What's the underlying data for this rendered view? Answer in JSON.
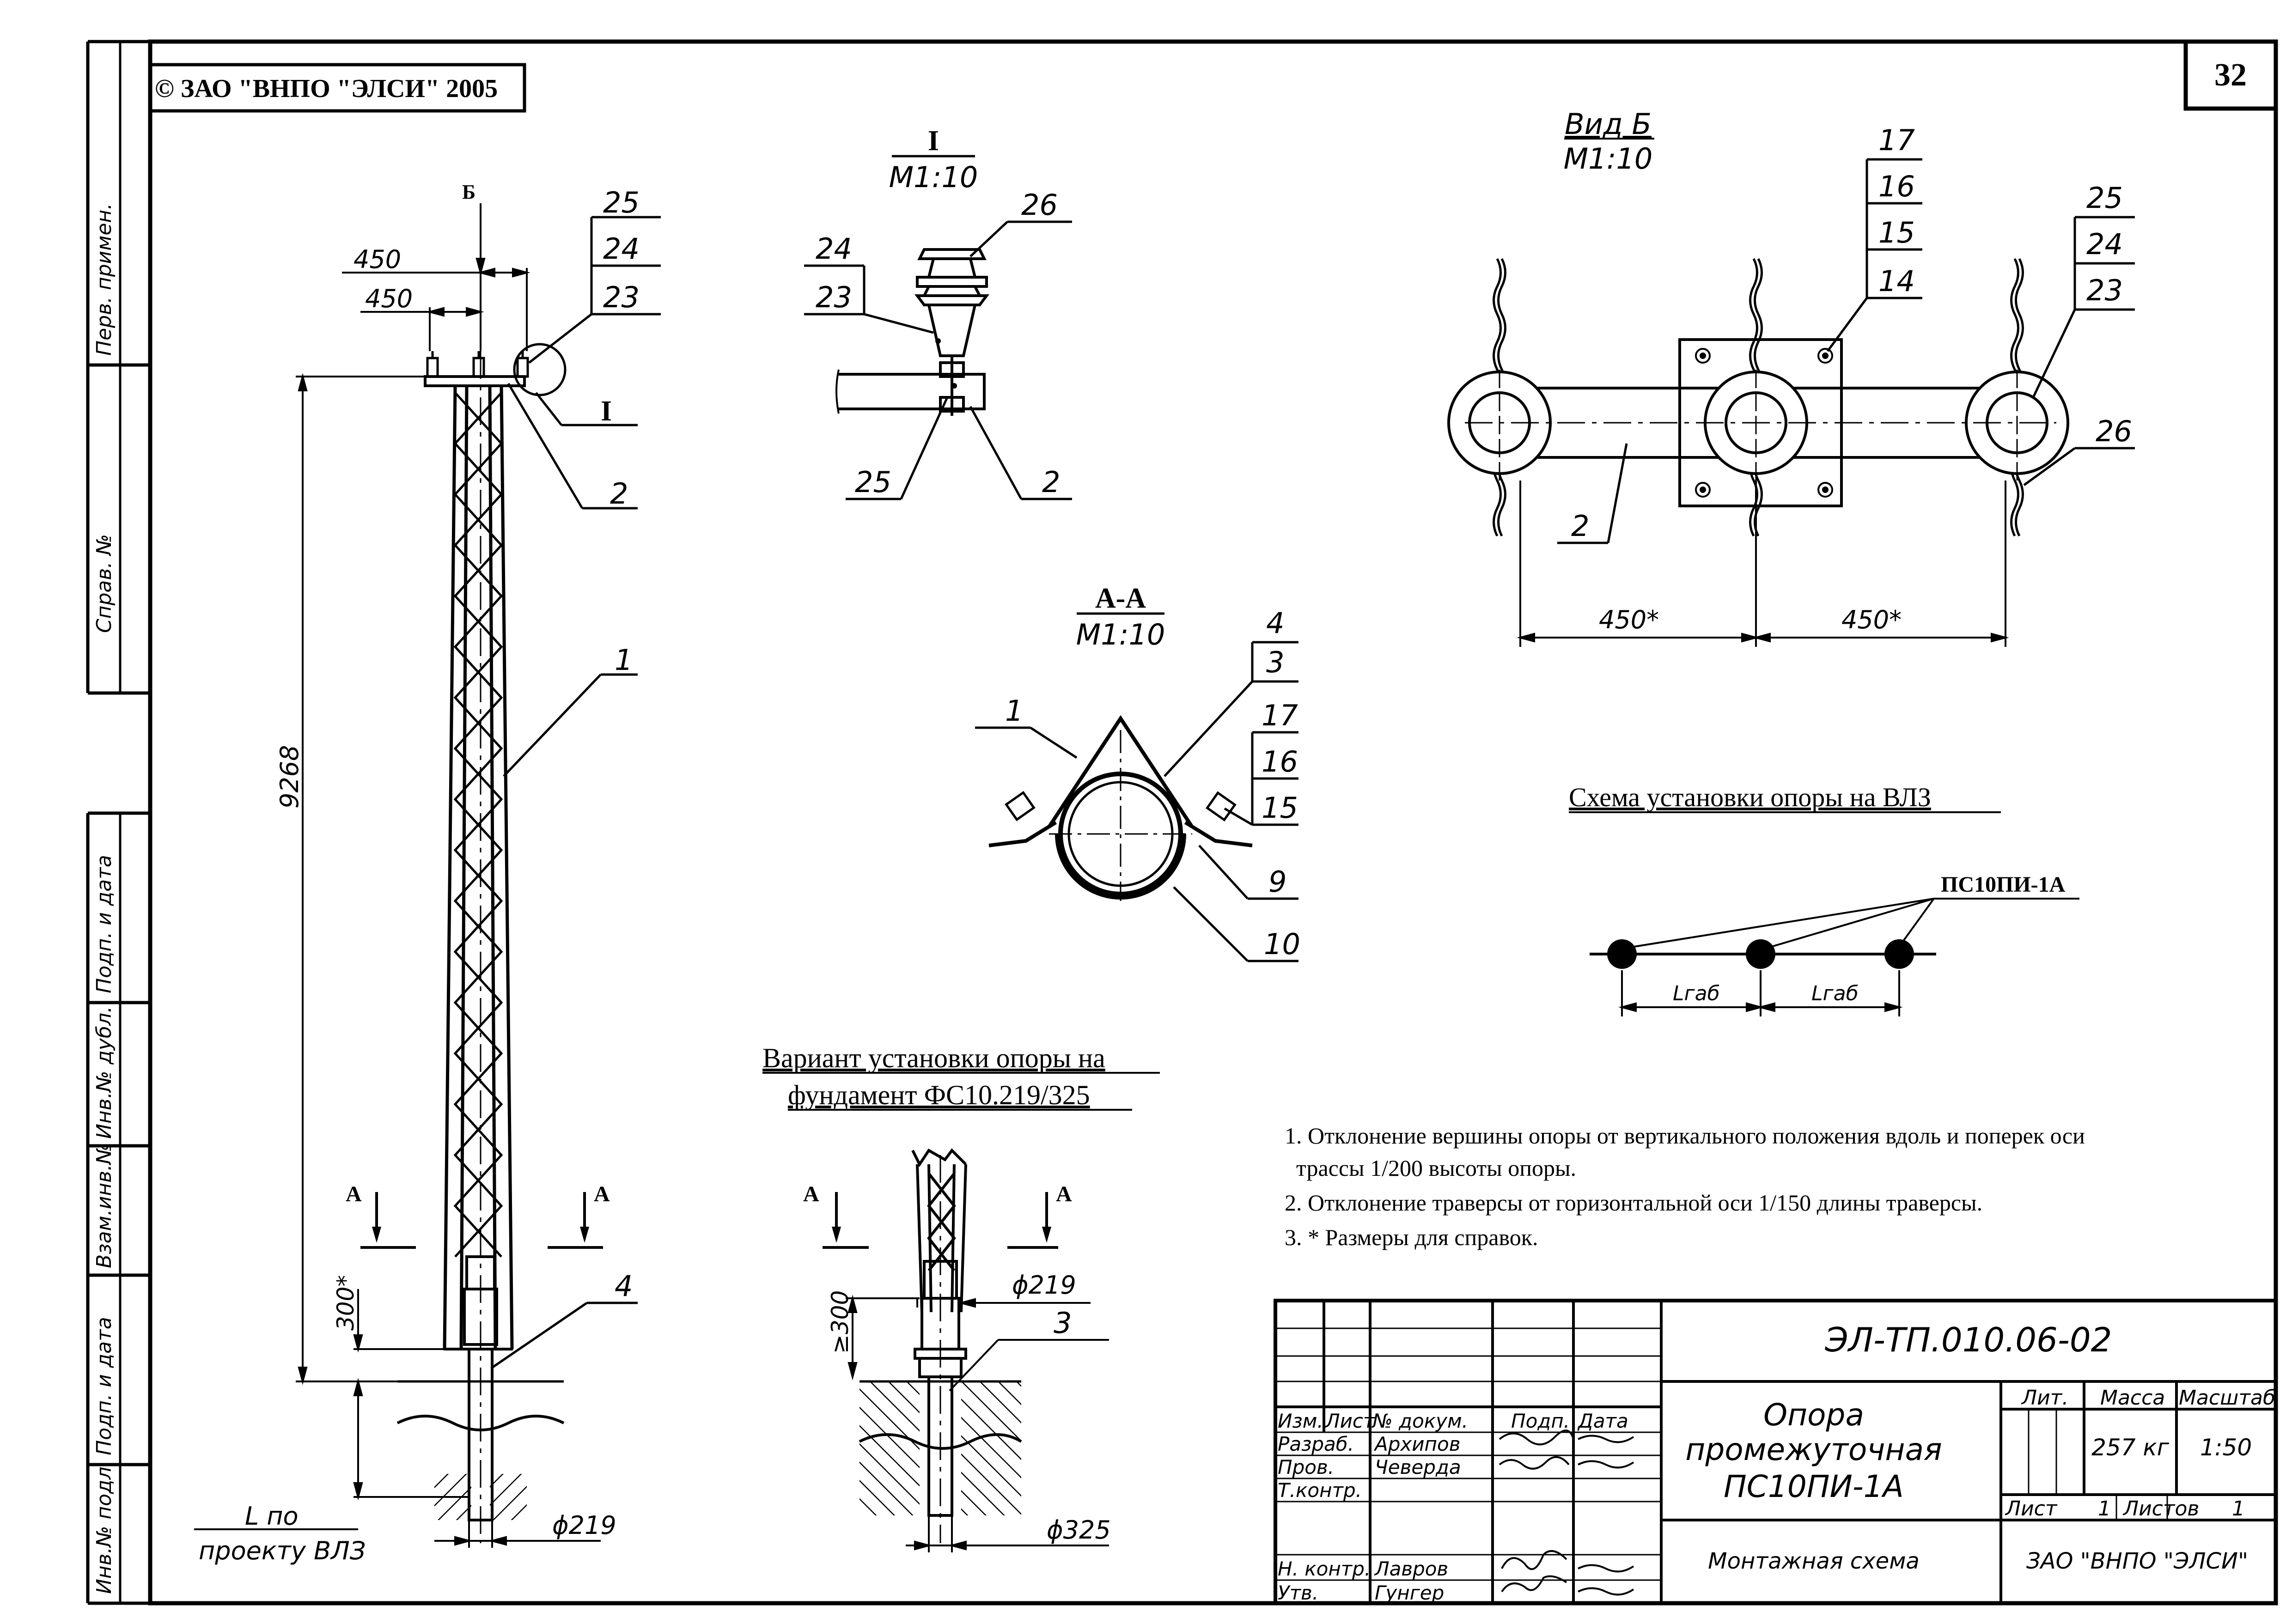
{
  "header": {
    "copyright": "© ЗАО \"ВНПО \"ЭЛСИ\" 2005",
    "page_number": "32"
  },
  "left_strip": {
    "perv_primen": "Перв. примен.",
    "sprav_no": "Справ. №",
    "podp_data_1": "Подп. и дата",
    "inv_dubl": "Инв.№ дубл.",
    "vzam_inv": "Взам.инв.№",
    "podp_data_2": "Подп. и дата",
    "inv_podl": "Инв.№ подл."
  },
  "main_view": {
    "arrow_b": "Б",
    "dim_450_top": "450",
    "dim_450_bottom": "450",
    "dim_9268": "9268",
    "dim_300": "300*",
    "dim_d219": "ϕ219",
    "label_l_po": "L по",
    "label_proektu": "проекту ВЛЗ",
    "callout_i": "I",
    "section_a_left": "А",
    "section_a_right": "А",
    "pos": {
      "p25": "25",
      "p24": "24",
      "p23": "23",
      "p2": "2",
      "p1": "1",
      "p4": "4"
    }
  },
  "detail_i": {
    "title": "I",
    "scale": "М1:10",
    "pos": {
      "p26": "26",
      "p24": "24",
      "p23": "23",
      "p25": "25",
      "p2": "2"
    }
  },
  "view_b": {
    "title": "Вид Б",
    "scale": "М1:10",
    "dim_left": "450*",
    "dim_right": "450*",
    "pos": {
      "p17": "17",
      "p16": "16",
      "p15": "15",
      "p14": "14",
      "p25": "25",
      "p24": "24",
      "p23": "23",
      "p26": "26",
      "p2": "2"
    }
  },
  "section_aa": {
    "title": "А-А",
    "scale": "М1:10",
    "pos": {
      "p4": "4",
      "p3": "3",
      "p1": "1",
      "p17": "17",
      "p16": "16",
      "p15": "15",
      "p9": "9",
      "p10": "10"
    }
  },
  "vlz_scheme": {
    "title": "Схема установки опоры на ВЛЗ",
    "label": "ПС10ПИ-1А",
    "lgab_1": "Lгаб",
    "lgab_2": "Lгаб"
  },
  "foundation": {
    "title_line1": "Вариант установки опоры на",
    "title_line2": "фундамент ФС10.219/325",
    "section_a_left": "А",
    "section_a_right": "А",
    "dim_300": "≥300",
    "dim_d219": "ϕ219",
    "dim_d325": "ϕ325",
    "pos3": "3"
  },
  "notes": {
    "n1_line1": "1. Отклонение вершины опоры от вертикального положения вдоль и поперек оси",
    "n1_line2": "трассы 1/200 высоты опоры.",
    "n2": "2. Отклонение траверсы от горизонтальной оси 1/150 длины траверсы.",
    "n3": "3.  * Размеры для справок."
  },
  "title_block": {
    "doc_code": "ЭЛ-ТП.010.06-02",
    "name_line1": "Опора",
    "name_line2": "промежуточная",
    "name_line3": "ПС10ПИ-1А",
    "subtitle": "Монтажная схема",
    "company": "ЗАО \"ВНПО \"ЭЛСИ\"",
    "col_izm": "Изм.",
    "col_list": "Лист",
    "col_ndok": "№ докум.",
    "col_podp": "Подп.",
    "col_data": "Дата",
    "row_razrab": "Разраб.",
    "row_razrab_name": "Архипов",
    "row_prov": "Пров.",
    "row_prov_name": "Чеверда",
    "row_tkontr": "Т.контр.",
    "row_nkontr": "Н. контр.",
    "row_nkontr_name": "Лавров",
    "row_utv": "Утв.",
    "row_utv_name": "Гунгер",
    "h_lit": "Лит.",
    "h_massa": "Масса",
    "h_masshtab": "Масштаб",
    "massa": "257 кг",
    "masshtab": "1:50",
    "list_label": "Лист",
    "list_value": "1",
    "listov_label": "Листов",
    "listov_value": "1"
  }
}
